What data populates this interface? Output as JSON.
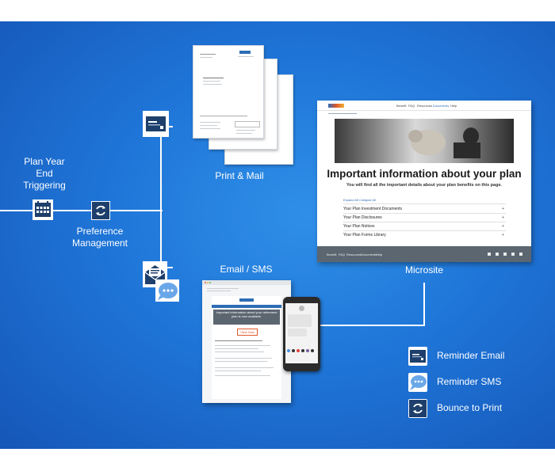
{
  "flow": {
    "trigger_label_1": "Plan Year",
    "trigger_label_2": "End",
    "trigger_label_3": "Triggering",
    "preference_label_1": "Preference",
    "preference_label_2": "Management",
    "print_mail_label": "Print & Mail",
    "email_sms_label": "Email / SMS",
    "microsite_label": "Microsite"
  },
  "microsite": {
    "nav_items": [
      "Benefit",
      "FAQ",
      "Resources",
      "Documents",
      "Help"
    ],
    "headline": "Important information about your plan",
    "subhead": "You will find all the important details about your plan benefits on this page.",
    "controls": [
      "Expand All",
      "Collapse All"
    ],
    "accordion": [
      "Your Plan Investment Documents",
      "Your Plan Disclosures",
      "Your Plan Notices",
      "Your Plan Forms Library"
    ],
    "footer_links": [
      "Benefit",
      "FAQ",
      "Resources",
      "Documents",
      "Help"
    ]
  },
  "email_preview": {
    "banner": "Important information about your retirement plan is now available.",
    "button": "View Now"
  },
  "legend": [
    {
      "icon": "reminder-email-icon",
      "label": "Reminder Email"
    },
    {
      "icon": "reminder-sms-icon",
      "label": "Reminder SMS"
    },
    {
      "icon": "bounce-to-print-icon",
      "label": "Bounce to Print"
    }
  ],
  "colors": {
    "background": "#1f76d8",
    "icon_dark_blue": "#1e3f6b",
    "sms_blue": "#6aa7e8",
    "banner_gray": "#5b6670",
    "accent_orange": "#e2572b"
  }
}
